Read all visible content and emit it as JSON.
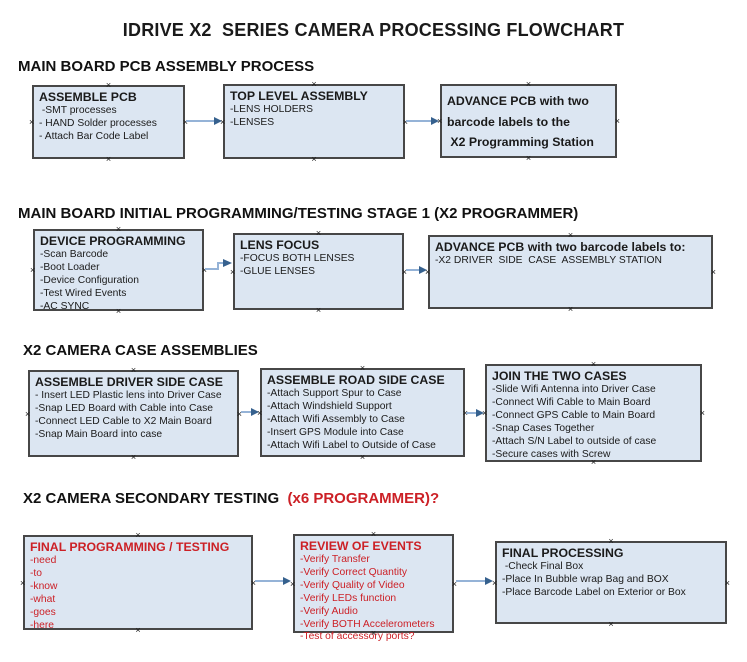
{
  "page": {
    "title": "IDRIVE X2  SERIES CAMERA PROCESSING FLOWCHART"
  },
  "colors": {
    "box_fill": "#dce6f2",
    "box_border": "#474747",
    "red_text": "#cc2026",
    "black_text": "#1a1a1a",
    "arrow_line": "#95b3d7",
    "arrow_head": "#36618e"
  },
  "icons": {
    "connection_marker": "×"
  },
  "sections": [
    {
      "heading": "MAIN BOARD PCB ASSEMBLY PROCESS",
      "boxes": [
        {
          "title": "ASSEMBLE PCB",
          "items": [
            " -SMT processes",
            "- HAND Solder processes",
            "- Attach Bar Code Label"
          ]
        },
        {
          "title": "TOP LEVEL ASSEMBLY",
          "items": [
            "-LENS HOLDERS",
            "-LENSES"
          ]
        },
        {
          "title": "",
          "items": [
            "ADVANCE PCB with two",
            "barcode labels to the",
            " X2 Programming Station"
          ]
        }
      ]
    },
    {
      "heading": "MAIN BOARD INITIAL PROGRAMMING/TESTING STAGE 1 (X2 PROGRAMMER)",
      "boxes": [
        {
          "title": "DEVICE PROGRAMMING",
          "items": [
            "-Scan Barcode",
            "-Boot Loader",
            "-Device Configuration",
            "-Test Wired Events",
            "-AC SYNC"
          ]
        },
        {
          "title": "LENS FOCUS",
          "items": [
            "-FOCUS BOTH LENSES",
            "-GLUE LENSES"
          ]
        },
        {
          "title": "ADVANCE PCB with two barcode labels to:",
          "items": [
            "-X2 DRIVER  SIDE  CASE  ASSEMBLY STATION"
          ]
        }
      ]
    },
    {
      "heading": "X2 CAMERA CASE ASSEMBLIES",
      "boxes": [
        {
          "title": "ASSEMBLE DRIVER SIDE CASE",
          "items": [
            "- Insert LED Plastic lens into Driver Case",
            "-Snap LED Board with Cable into Case",
            "-Connect LED Cable to X2 Main Board",
            "-Snap Main Board into case"
          ]
        },
        {
          "title": "ASSEMBLE ROAD SIDE CASE",
          "items": [
            "-Attach Support Spur to Case",
            "-Attach Windshield Support",
            "-Attach Wifi Assembly to Case",
            "-Insert GPS Module into Case",
            "-Attach Wifi Label to Outside of Case"
          ]
        },
        {
          "title": "JOIN THE TWO CASES",
          "items": [
            "-Slide Wifi Antenna into Driver Case",
            "-Connect Wifi Cable to Main Board",
            "-Connect GPS Cable to Main Board",
            "-Snap Cases Together",
            "-Attach S/N Label to outside of case",
            "-Secure cases with Screw"
          ]
        }
      ]
    },
    {
      "heading": "X2 CAMERA SECONDARY TESTING",
      "heading_suffix": "  (x6 PROGRAMMER)?",
      "boxes": [
        {
          "title": "FINAL PROGRAMMING / TESTING",
          "items": [
            "-need",
            "-to",
            "-know",
            "-what",
            "-goes",
            "-here"
          ]
        },
        {
          "title": "REVIEW OF EVENTS",
          "items": [
            "-Verify Transfer",
            "-Verify Correct Quantity",
            "-Verify Quality of Video",
            "-Verify LEDs function",
            "-Verify Audio",
            "-Verify BOTH Accelerometers",
            "-Test of accessory ports?"
          ]
        },
        {
          "title": "FINAL PROCESSING",
          "items": [
            " -Check Final Box",
            "-Place In Bubble wrap Bag and BOX",
            "-Place Barcode Label on Exterior or Box"
          ]
        }
      ]
    }
  ]
}
